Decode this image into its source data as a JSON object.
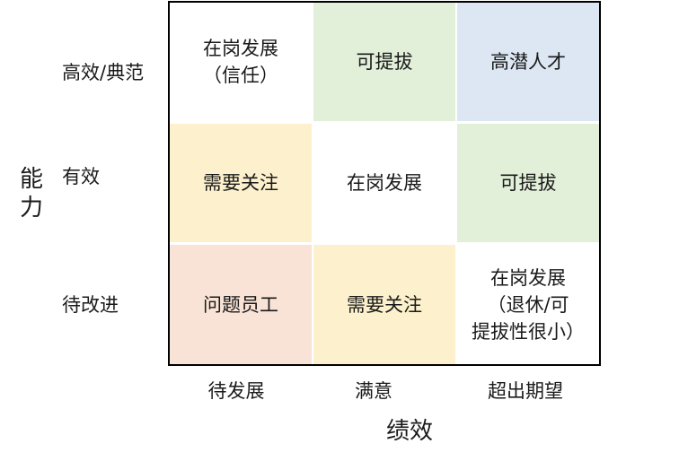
{
  "axes": {
    "y_title": "能力",
    "x_title": "绩效",
    "rows": [
      "高效/典范",
      "有效",
      "待改进"
    ],
    "cols": [
      "待发展",
      "满意",
      "超出期望"
    ]
  },
  "cells": [
    {
      "text": "在岗发展\n（信任）",
      "color": "#ffffff"
    },
    {
      "text": "可提拔",
      "color": "#e2efd9"
    },
    {
      "text": "高潜人才",
      "color": "#dce7f3"
    },
    {
      "text": "需要关注",
      "color": "#fdf1cd"
    },
    {
      "text": "在岗发展",
      "color": "#ffffff"
    },
    {
      "text": "可提拔",
      "color": "#e2efd9"
    },
    {
      "text": "问题员工",
      "color": "#f9e3d6"
    },
    {
      "text": "需要关注",
      "color": "#fdf1cd"
    },
    {
      "text": "在岗发展\n（退休/可\n提拔性很小）",
      "color": "#ffffff"
    }
  ]
}
